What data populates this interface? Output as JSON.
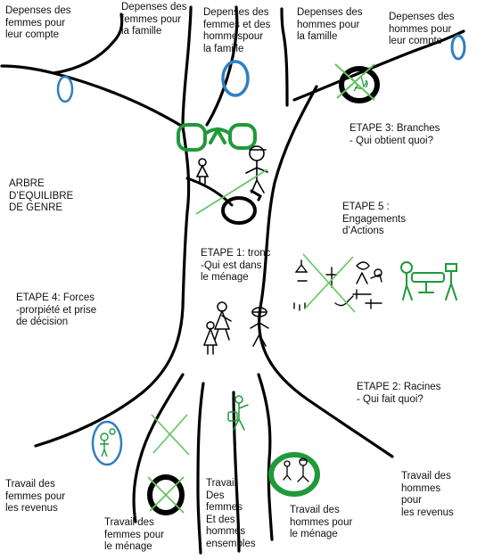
{
  "branches": [
    {
      "id": "b1",
      "label": "Depenses des\nfemmes pour\nleur compte"
    },
    {
      "id": "b2",
      "label": "Depenses des\nfemmes pour\nla famille"
    },
    {
      "id": "b3",
      "label": "Depenses des\nfemmes  et des\nhommespour\nla famille"
    },
    {
      "id": "b4",
      "label": "Depenses des\nhommes pour\nla famille"
    },
    {
      "id": "b5",
      "label": "Depenses des\nhommes pour\nleur compte"
    }
  ],
  "title": "ARBRE\nD’EQUILIBRE\nDE GENRE",
  "steps": {
    "etape3": "ETAPE 3: Branches\n- Qui obtient quoi?",
    "etape5": "ETAPE 5 :\nEngagements\nd’Actions",
    "etape1": "ETAPE 1: tronc\n-Qui est dans\nle ménage",
    "etape4": "ETAPE 4: Forces\n-prorpiété et prise\nde décision",
    "etape2": "ETAPE 2: Racines\n- Qui fait quoi?"
  },
  "roots": [
    {
      "id": "r1",
      "label": "Travail des\nfemmes pour\nles revenus"
    },
    {
      "id": "r2",
      "label": "Travail des\nfemmes pour\nle ménage"
    },
    {
      "id": "r3",
      "label": "Travail\nDes\nfemmes\nEt des\nhommes\nensembles"
    },
    {
      "id": "r4",
      "label": "Travail des\nhommes pour\nle ménage"
    },
    {
      "id": "r5",
      "label": "Travail des\nhommes\npour\nles revenus"
    }
  ],
  "colors": {
    "outline": "#000000",
    "blue": "#2f7fc1",
    "green": "#1f9a3a",
    "cross": "#62c462"
  }
}
